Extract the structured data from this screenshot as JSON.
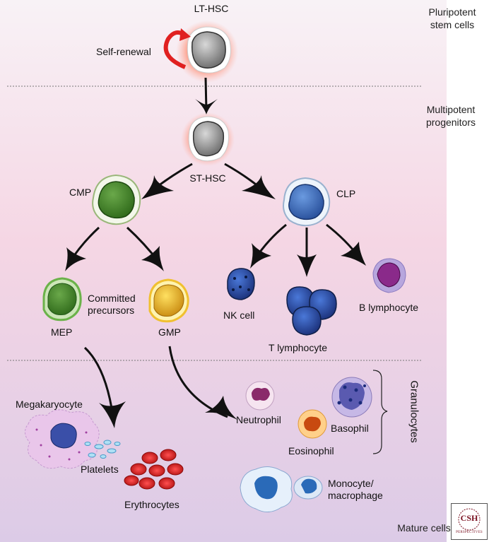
{
  "stages": {
    "pluripotent": "Pluripotent\nstem cells",
    "multipotent": "Multipotent\nprogenitors",
    "mature": "Mature cells"
  },
  "cells": {
    "lt_hsc": "LT-HSC",
    "self_renewal": "Self-renewal",
    "st_hsc": "ST-HSC",
    "cmp": "CMP",
    "clp": "CLP",
    "mep": "MEP",
    "gmp": "GMP",
    "committed": "Committed\nprecursors",
    "nk_cell": "NK cell",
    "t_lymphocyte": "T lymphocyte",
    "b_lymphocyte": "B lymphocyte",
    "megakaryocyte": "Megakaryocyte",
    "platelets": "Platelets",
    "erythrocytes": "Erythrocytes",
    "neutrophil": "Neutrophil",
    "basophil": "Basophil",
    "eosinophil": "Eosinophil",
    "granulocytes": "Granulocytes",
    "monocyte": "Monocyte/\nmacrophage"
  },
  "logo": {
    "top": "CSH",
    "bottom": "PERSPECTIVES"
  },
  "colors": {
    "bg_top": "#f7f0f4",
    "bg_mid": "#f4d5e3",
    "bg_bottom": "#dccbe6",
    "stem_gray": "#9a9a9a",
    "cmp_green": "#4a8a2a",
    "mep_green": "#3f9a3a",
    "gmp_yellow": "#e8b81a",
    "clp_blue": "#3f6fc0",
    "lymph_blue": "#2b4fa8",
    "b_purple": "#8a2a8a",
    "erythro_red": "#d8242a",
    "renewal_red": "#e02020",
    "mono_blue": "#3a7fc8"
  }
}
